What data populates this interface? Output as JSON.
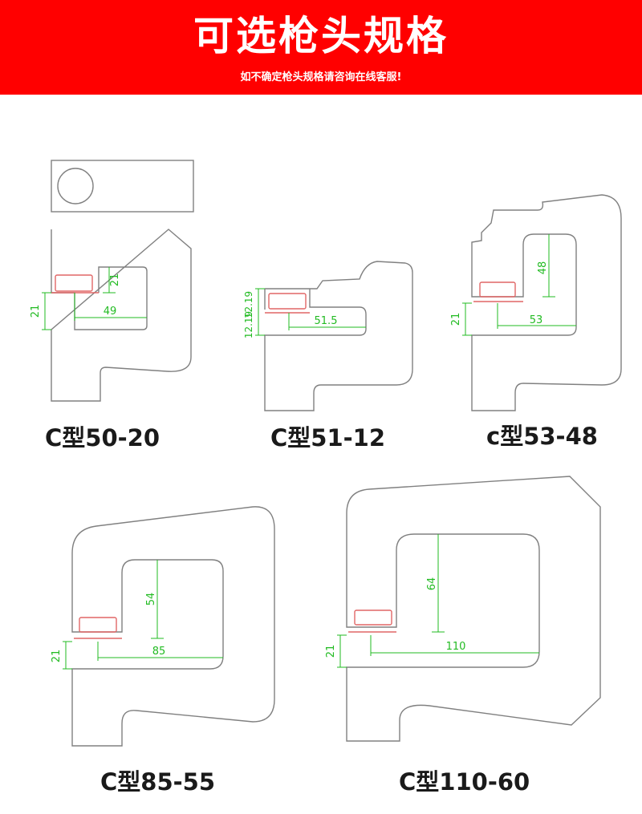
{
  "header": {
    "title": "可选枪头规格",
    "subtitle": "如不确定枪头规格请咨询在线客服!"
  },
  "colors": {
    "banner": "#ff0000",
    "outline": "#808080",
    "dimension": "#22bb22",
    "die": "#e06666"
  },
  "heads": [
    {
      "model": "C型50-20",
      "dims": [
        "21",
        "21",
        "49"
      ]
    },
    {
      "model": "C型51-12",
      "dims": [
        "12.19",
        "12.19",
        "51.5"
      ]
    },
    {
      "model": "c型53-48",
      "dims": [
        "48",
        "21",
        "53"
      ]
    },
    {
      "model": "C型85-55",
      "dims": [
        "54",
        "21",
        "85"
      ]
    },
    {
      "model": "C型110-60",
      "dims": [
        "64",
        "21",
        "110"
      ]
    }
  ]
}
